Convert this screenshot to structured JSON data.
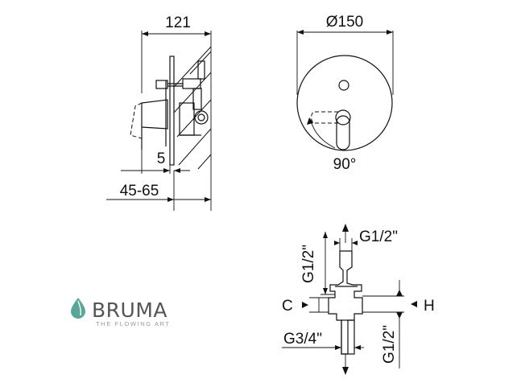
{
  "side_view": {
    "width_label": "121",
    "depth_label": "5",
    "range_label": "45-65"
  },
  "front_view": {
    "diameter_label": "Ø150",
    "rotation_label": "90°"
  },
  "connection_view": {
    "top_outlet_label": "G1/2\"",
    "vertical_left_label": "G1/2\"",
    "c_label": "C",
    "h_label": "H",
    "inlet_label": "G3/4\"",
    "bottom_outlet_label": "G1/2\""
  },
  "brand": {
    "name": "BRUMA",
    "tagline": "THE FLOWING ART",
    "drop_color": "#5aa79a",
    "text_color": "#555555"
  }
}
